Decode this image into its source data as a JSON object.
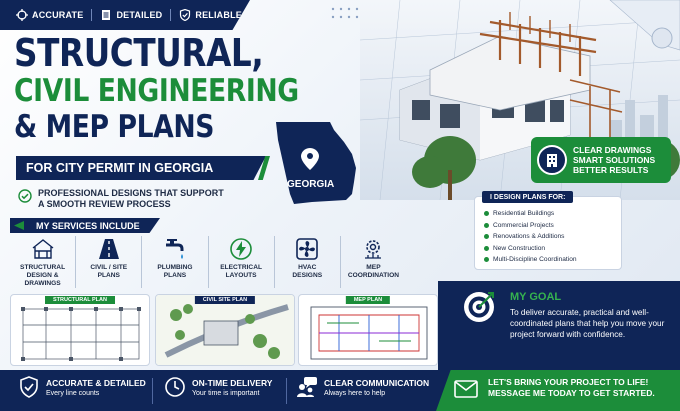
{
  "ribbon": {
    "items": [
      {
        "label": "ACCURATE",
        "icon": "crosshair-icon"
      },
      {
        "label": "DETAILED",
        "icon": "document-icon"
      },
      {
        "label": "RELIABLE",
        "icon": "shield-check-icon"
      }
    ]
  },
  "title": {
    "line1": "STRUCTURAL,",
    "line2": "CIVIL ENGINEERING",
    "line3": "& MEP PLANS"
  },
  "permit": "FOR CITY PERMIT IN GEORGIA",
  "subtitle": {
    "line1": "PROFESSIONAL DESIGNS THAT SUPPORT",
    "line2": "A SMOOTH REVIEW PROCESS"
  },
  "map": {
    "label": "GEORGIA"
  },
  "clear_card": {
    "line1": "CLEAR DRAWINGS",
    "line2": "SMART SOLUTIONS",
    "line3": "BETTER RESULTS"
  },
  "services": {
    "heading": "MY SERVICES INCLUDE",
    "items": [
      {
        "line1": "STRUCTURAL",
        "line2": "DESIGN &",
        "line3": "DRAWINGS",
        "icon": "house-frame-icon"
      },
      {
        "line1": "CIVIL / SITE",
        "line2": "PLANS",
        "line3": "",
        "icon": "road-icon"
      },
      {
        "line1": "PLUMBING",
        "line2": "PLANS",
        "line3": "",
        "icon": "faucet-icon"
      },
      {
        "line1": "ELECTRICAL",
        "line2": "LAYOUTS",
        "line3": "",
        "icon": "lightning-icon"
      },
      {
        "line1": "HVAC",
        "line2": "DESIGNS",
        "line3": "",
        "icon": "fan-icon"
      },
      {
        "line1": "MEP",
        "line2": "COORDINATION",
        "line3": "",
        "icon": "gear-network-icon"
      }
    ]
  },
  "plan_thumbs": [
    {
      "label": "STRUCTURAL PLAN"
    },
    {
      "label": "CIVIL SITE PLAN"
    },
    {
      "label": "MEP PLAN"
    }
  ],
  "design_plans": {
    "heading": "I DESIGN PLANS FOR:",
    "items": [
      "Residential Buildings",
      "Commercial Projects",
      "Renovations & Additions",
      "New Construction",
      "Multi-Discipline Coordination"
    ]
  },
  "goal": {
    "title": "MY GOAL",
    "text": "To deliver accurate, practical and well-coordinated plans that help you move your project forward with confidence."
  },
  "bottom": {
    "items": [
      {
        "title": "ACCURATE & DETAILED",
        "sub": "Every line counts",
        "icon": "shield-check-icon"
      },
      {
        "title": "ON-TIME DELIVERY",
        "sub": "Your time is important",
        "icon": "clock-icon"
      },
      {
        "title": "CLEAR COMMUNICATION",
        "sub": "Always here to help",
        "icon": "chat-people-icon"
      }
    ],
    "cta_line1": "LET'S BRING YOUR PROJECT TO LIFE!",
    "cta_line2": "MESSAGE ME TODAY TO GET STARTED."
  },
  "colors": {
    "navy": "#0f2557",
    "green": "#1c8d3a"
  }
}
